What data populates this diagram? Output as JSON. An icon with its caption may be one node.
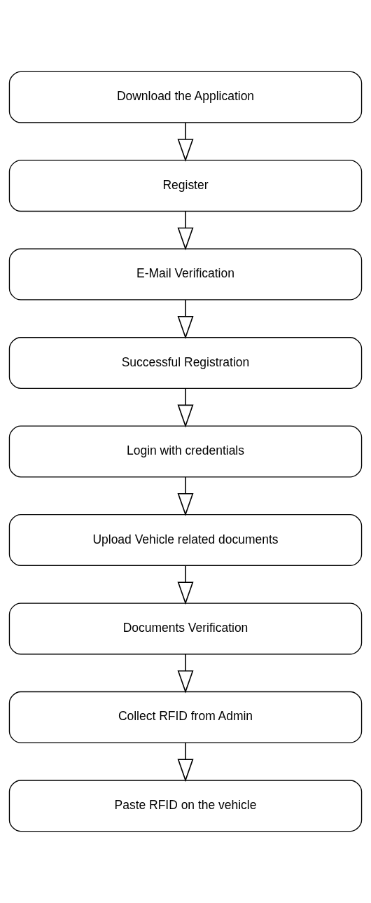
{
  "diagram": {
    "nodes": [
      {
        "text": [
          "Download the Application"
        ]
      },
      {
        "text": [
          "Register"
        ]
      },
      {
        "text": [
          "E-Mail Verification"
        ]
      },
      {
        "text": [
          "Successful Registration"
        ]
      },
      {
        "text": [
          "Login with credentials"
        ]
      },
      {
        "text": [
          "Upload Vehicle related documents"
        ]
      },
      {
        "text": [
          "Documents Verification"
        ]
      },
      {
        "text": [
          "Collect RFID from Admin"
        ]
      },
      {
        "text": [
          "Paste RFID on the vehicle"
        ]
      }
    ],
    "edges": [
      {
        "from": 0,
        "to": 1,
        "arrow": "to"
      },
      {
        "from": 1,
        "to": 2,
        "arrow": "to"
      },
      {
        "from": 2,
        "to": 3,
        "arrow": "to"
      },
      {
        "from": 3,
        "to": 4,
        "arrow": "to"
      },
      {
        "from": 4,
        "to": 5,
        "arrow": "to"
      },
      {
        "from": 5,
        "to": 6,
        "arrow": "to"
      },
      {
        "from": 6,
        "to": 7,
        "arrow": "to"
      },
      {
        "from": 7,
        "to": 8,
        "arrow": "to"
      }
    ]
  }
}
